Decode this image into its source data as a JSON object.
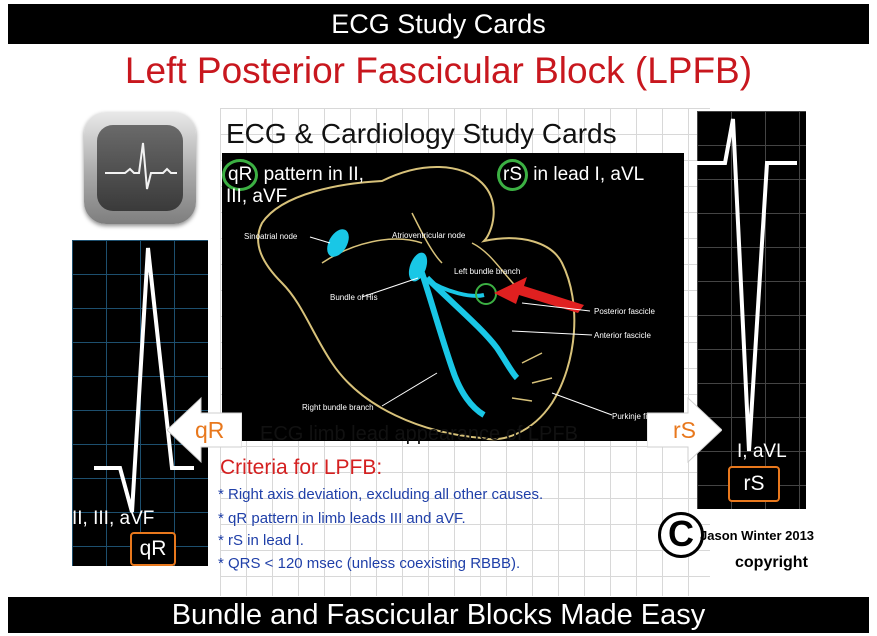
{
  "header": {
    "title": "ECG Study Cards"
  },
  "main_title": "Left Posterior Fascicular Block (LPFB)",
  "subtitle": "ECG & Cardiology Study Cards",
  "diagram": {
    "left_note": "qR pattern in II, III, aVF",
    "left_note_circled": "qR",
    "left_note_rest1": " pattern in II,",
    "left_note_rest2": "III, aVF",
    "right_note_circled": "rS",
    "right_note_rest": " in lead I, aVL",
    "labels": {
      "sinoatrial": "Sinoatrial node",
      "atrioventricular": "Atrioventricular node",
      "left_bundle": "Left bundle branch",
      "bundle_his": "Bundle of His",
      "posterior": "Posterior fascicle",
      "anterior": "Anterior fascicle",
      "right_bundle": "Right bundle branch",
      "purkinje": "Purkinje fibers"
    }
  },
  "left_panel": {
    "arrow_label": "qR",
    "lead_label": "II, III, aVF",
    "box_label": "qR"
  },
  "right_panel": {
    "arrow_label": "rS",
    "lead_label": "I, aVL",
    "box_label": "rS"
  },
  "limb_caption": "ECG limb lead appearance of LPFB",
  "criteria": {
    "title": "Criteria for LPFB:",
    "items": [
      "* Right axis deviation, excluding all other causes.",
      "* qR pattern in limb leads III and aVF.",
      "* rS in lead I.",
      "* QRS < 120 msec (unless coexisting RBBB)."
    ]
  },
  "copyright": {
    "logo": "C",
    "line1": "Jason Winter 2013",
    "line2": "copyright"
  },
  "footer": {
    "title": "Bundle and Fascicular Blocks Made Easy"
  },
  "colors": {
    "accent_red": "#c8171e",
    "orange": "#e8781d",
    "green_circle": "#3cb043",
    "criteria_blue": "#1f3fa8",
    "fascicle_cyan": "#19c7e6"
  },
  "icons": [
    "ecg-app-icon",
    "left-arrow-icon",
    "right-arrow-icon",
    "copyright-icon"
  ]
}
